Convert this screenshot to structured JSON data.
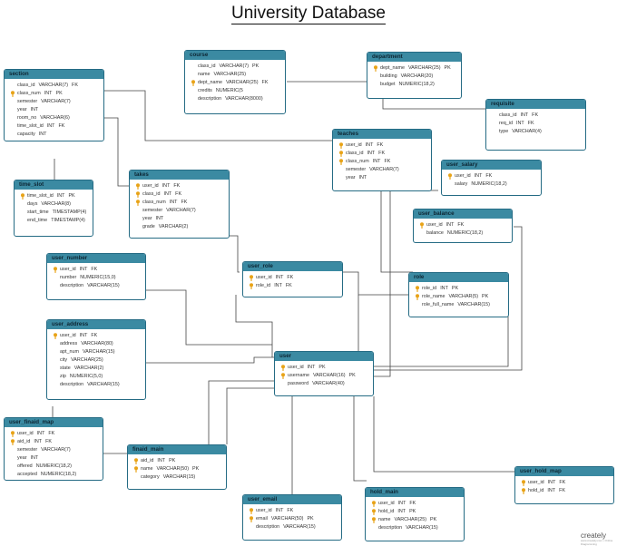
{
  "title": "University Database",
  "tables": [
    {
      "id": "section",
      "name": "section",
      "rows": [
        {
          "name": "class_id",
          "type": "VARCHAR(7)",
          "key": "FK"
        },
        {
          "name": "class_num",
          "type": "INT",
          "key": "PK"
        },
        {
          "name": "semester",
          "type": "VARCHAR(7)",
          "key": ""
        },
        {
          "name": "year",
          "type": "INT",
          "key": ""
        },
        {
          "name": "room_no",
          "type": "VARCHAR(6)",
          "key": ""
        },
        {
          "name": "time_slot_id",
          "type": "INT",
          "key": "FK"
        },
        {
          "name": "capacity",
          "type": "INT",
          "key": ""
        }
      ]
    },
    {
      "id": "course",
      "name": "course",
      "rows": [
        {
          "name": "class_id",
          "type": "VARCHAR(7)",
          "key": "PK"
        },
        {
          "name": "name",
          "type": "VARCHAR(25)",
          "key": ""
        },
        {
          "name": "dept_name",
          "type": "VARCHAR(25)",
          "key": "FK"
        },
        {
          "name": "credits",
          "type": "NUMERIC(5",
          "key": ""
        },
        {
          "name": "description",
          "type": "VARCHAR(8000)",
          "key": ""
        }
      ]
    },
    {
      "id": "department",
      "name": "department",
      "rows": [
        {
          "name": "dept_name",
          "type": "VARCHAR(25)",
          "key": "PK"
        },
        {
          "name": "building",
          "type": "VARCHAR(20)",
          "key": ""
        },
        {
          "name": "budget",
          "type": "NUMERIC(18,2)",
          "key": ""
        }
      ]
    },
    {
      "id": "requisite",
      "name": "requisite",
      "rows": [
        {
          "name": "class_id",
          "type": "INT",
          "key": "FK"
        },
        {
          "name": "req_id",
          "type": "INT",
          "key": "FK"
        },
        {
          "name": "type",
          "type": "VARCHAR(4)",
          "key": ""
        }
      ]
    },
    {
      "id": "teaches",
      "name": "teaches",
      "rows": [
        {
          "name": "user_id",
          "type": "INT",
          "key": "FK"
        },
        {
          "name": "class_id",
          "type": "INT",
          "key": "FK"
        },
        {
          "name": "class_num",
          "type": "INT",
          "key": "FK"
        },
        {
          "name": "semester",
          "type": "VARCHAR(7)",
          "key": ""
        },
        {
          "name": "year",
          "type": "INT",
          "key": ""
        }
      ]
    },
    {
      "id": "time_slot",
      "name": "time_slot",
      "rows": [
        {
          "name": "time_slot_id",
          "type": "INT",
          "key": "PK"
        },
        {
          "name": "days",
          "type": "VARCHAR(8)",
          "key": ""
        },
        {
          "name": "start_time",
          "type": "TIMESTAMP(4)",
          "key": ""
        },
        {
          "name": "end_time",
          "type": "TIMESTAMP(4)",
          "key": ""
        }
      ]
    },
    {
      "id": "takes",
      "name": "takes",
      "rows": [
        {
          "name": "user_id",
          "type": "INT",
          "key": "FK"
        },
        {
          "name": "class_id",
          "type": "INT",
          "key": "FK"
        },
        {
          "name": "class_num",
          "type": "INT",
          "key": "FK"
        },
        {
          "name": "semester",
          "type": "VARCHAR(7)",
          "key": ""
        },
        {
          "name": "year",
          "type": "INT",
          "key": ""
        },
        {
          "name": "grade",
          "type": "VARCHAR(2)",
          "key": ""
        }
      ]
    },
    {
      "id": "user_salary",
      "name": "user_salary",
      "rows": [
        {
          "name": "user_id",
          "type": "INT",
          "key": "FK"
        },
        {
          "name": "salary",
          "type": "NUMERIC(18,2)",
          "key": ""
        }
      ]
    },
    {
      "id": "user_balance",
      "name": "user_balance",
      "rows": [
        {
          "name": "user_id",
          "type": "INT",
          "key": "FK"
        },
        {
          "name": "balance",
          "type": "NUMERIC(18,2)",
          "key": ""
        }
      ]
    },
    {
      "id": "user_number",
      "name": "user_number",
      "rows": [
        {
          "name": "user_id",
          "type": "INT",
          "key": "FK"
        },
        {
          "name": "number",
          "type": "NUMERIC(15,0)",
          "key": ""
        },
        {
          "name": "description",
          "type": "VARCHAR(15)",
          "key": ""
        }
      ]
    },
    {
      "id": "user_role",
      "name": "user_role",
      "rows": [
        {
          "name": "user_id",
          "type": "INT",
          "key": "FK"
        },
        {
          "name": "role_id",
          "type": "INT",
          "key": "FK"
        }
      ]
    },
    {
      "id": "role",
      "name": "role",
      "rows": [
        {
          "name": "role_id",
          "type": "INT",
          "key": "PK"
        },
        {
          "name": "role_name",
          "type": "VARCHAR(5)",
          "key": "PK"
        },
        {
          "name": "role_full_name",
          "type": "VARCHAR(15)",
          "key": ""
        }
      ]
    },
    {
      "id": "user_address",
      "name": "user_address",
      "rows": [
        {
          "name": "user_id",
          "type": "INT",
          "key": "FK"
        },
        {
          "name": "address",
          "type": "VARCHAR(80)",
          "key": ""
        },
        {
          "name": "apt_num",
          "type": "VARCHAR(15)",
          "key": ""
        },
        {
          "name": "city",
          "type": "VARCHAR(25)",
          "key": ""
        },
        {
          "name": "state",
          "type": "VARCHAR(2)",
          "key": ""
        },
        {
          "name": "zip",
          "type": "NUMERIC(5,0)",
          "key": ""
        },
        {
          "name": "description",
          "type": "VARCHAR(15)",
          "key": ""
        }
      ]
    },
    {
      "id": "user",
      "name": "user",
      "rows": [
        {
          "name": "user_id",
          "type": "INT",
          "key": "PK"
        },
        {
          "name": "username",
          "type": "VARCHAR(16)",
          "key": "PK"
        },
        {
          "name": "password",
          "type": "VARCHAR(40)",
          "key": ""
        }
      ]
    },
    {
      "id": "user_finaid_map",
      "name": "user_finaid_map",
      "rows": [
        {
          "name": "user_id",
          "type": "INT",
          "key": "FK"
        },
        {
          "name": "aid_id",
          "type": "INT",
          "key": "FK"
        },
        {
          "name": "semester",
          "type": "VARCHAR(7)",
          "key": ""
        },
        {
          "name": "year",
          "type": "INT",
          "key": ""
        },
        {
          "name": "offered",
          "type": "NUMERIC(18,2)",
          "key": ""
        },
        {
          "name": "accepted",
          "type": "NUMERIC(18,2)",
          "key": ""
        }
      ]
    },
    {
      "id": "finaid_main",
      "name": "finaid_main",
      "rows": [
        {
          "name": "aid_id",
          "type": "INT",
          "key": "PK"
        },
        {
          "name": "name",
          "type": "VARCHAR(50)",
          "key": "PK"
        },
        {
          "name": "category",
          "type": "VARCHAR(15)",
          "key": ""
        }
      ]
    },
    {
      "id": "user_email",
      "name": "user_email",
      "rows": [
        {
          "name": "user_id",
          "type": "INT",
          "key": "FK"
        },
        {
          "name": "email",
          "type": "VARCHAR(50)",
          "key": "PK"
        },
        {
          "name": "description",
          "type": "VARCHAR(15)",
          "key": ""
        }
      ]
    },
    {
      "id": "hold_main",
      "name": "hold_main",
      "rows": [
        {
          "name": "user_id",
          "type": "INT",
          "key": "FK"
        },
        {
          "name": "hold_id",
          "type": "INT",
          "key": "PK"
        },
        {
          "name": "name",
          "type": "VARCHAR(25)",
          "key": "PK"
        },
        {
          "name": "description",
          "type": "VARCHAR(15)",
          "key": ""
        }
      ]
    },
    {
      "id": "user_hold_map",
      "name": "user_hold_map",
      "rows": [
        {
          "name": "user_id",
          "type": "INT",
          "key": "FK"
        },
        {
          "name": "hold_id",
          "type": "INT",
          "key": "FK"
        }
      ]
    }
  ],
  "logo": {
    "text": "creately",
    "tagline": "www.creately.com • Online Diagramming"
  },
  "colors": {
    "header": "#3b8aa2",
    "border": "#256b84",
    "key": "#e8a317",
    "line": "#444444"
  }
}
